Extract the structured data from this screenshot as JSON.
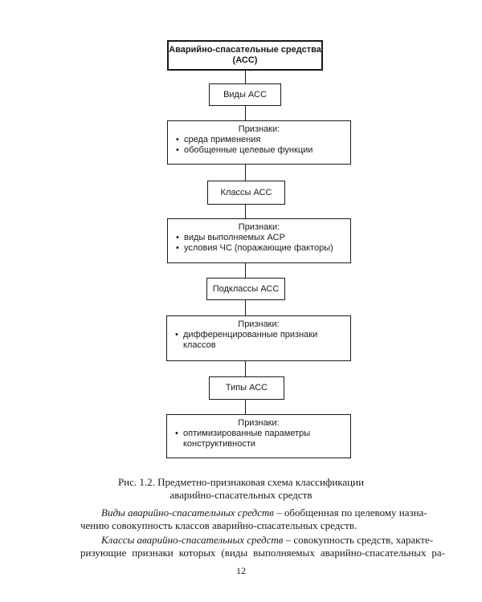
{
  "diagram": {
    "title_line1": "Аварийно-спасательные средства",
    "title_line2": "(АСС)",
    "types_label": "Виды АСС",
    "criteria1": {
      "head": "Признаки:",
      "items": [
        "среда применения",
        "обобщенные целевые функции"
      ]
    },
    "classes_label": "Классы АСС",
    "criteria2": {
      "head": "Признаки:",
      "items": [
        "виды выполняемых АСР",
        "условия ЧС (поражающие факторы)"
      ]
    },
    "subclasses_label": "Подклассы АСС",
    "criteria3": {
      "head": "Признаки:",
      "item_line1": "дифференцированные признаки",
      "item_line2": "классов"
    },
    "kinds_label": "Типы АСС",
    "criteria4": {
      "head": "Признаки:",
      "item_line1": "оптимизированные параметры",
      "item_line2": "конструктивности"
    }
  },
  "caption": {
    "line1": "Рис. 1.2. Предметно-признаковая схема классификации",
    "line2": "аварийно-спасательных средств"
  },
  "text": {
    "p1_term": "Виды аварийно-спасательных средств",
    "p1_rest1": " – обобщенная по целевому назна-",
    "p1_line2": "чению совокупность классов аварийно-спасательных средств.",
    "p2_term": "Классы аварийно-спасательных средств",
    "p2_rest1": " – совокупность средств, характе-",
    "p2_line2": "ризующие признаки которых (виды выполняемых аварийно-спасательных ра-"
  },
  "page_number": "12"
}
